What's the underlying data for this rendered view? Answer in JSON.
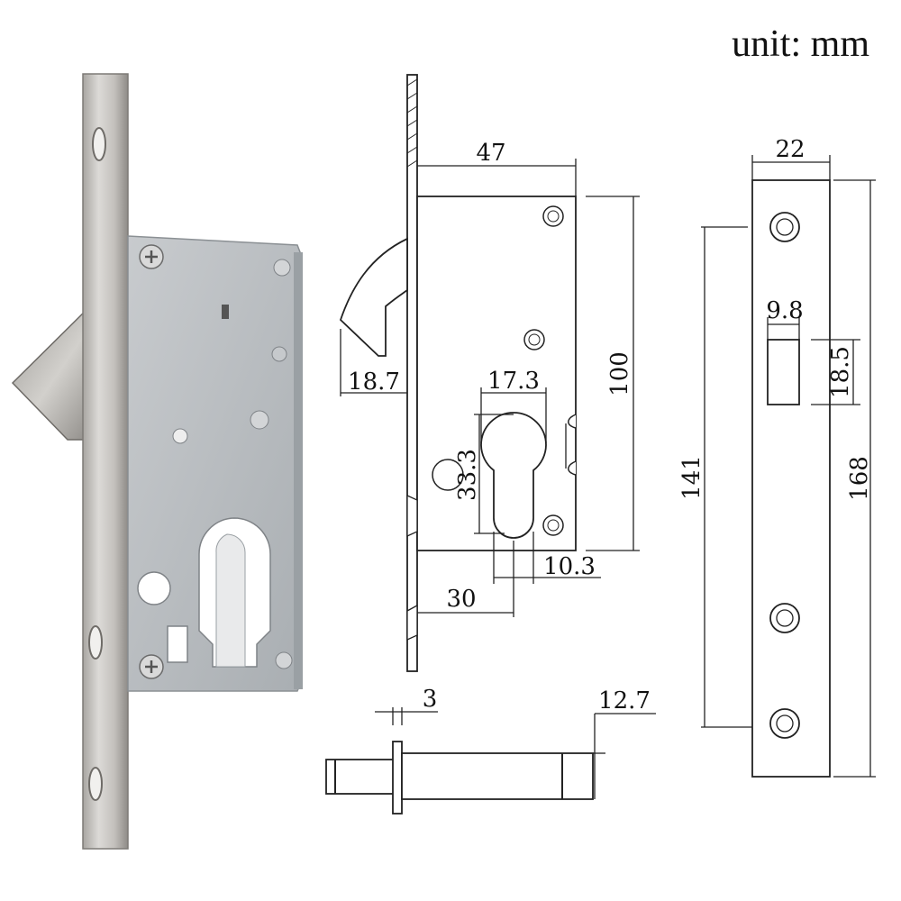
{
  "header": {
    "unit_label": "unit: mm"
  },
  "dimensions": {
    "faceplate_thickness_offset": "47",
    "hook_projection": "18.7",
    "cylinder_width": "17.3",
    "case_height": "100",
    "cylinder_center_distance": "33.3",
    "cylinder_bottom_width": "10.3",
    "backset": "30",
    "spindle_thickness": "3",
    "spindle_diameter": "12.7",
    "strike_width": "22",
    "strike_hole_width": "9.8",
    "strike_hole_height": "18.5",
    "strike_screw_spacing": "141",
    "strike_length": "168"
  },
  "colors": {
    "plate": "#c9c7c4",
    "plate_edge": "#8d8a86",
    "case": "#b9bdc0",
    "case_shadow": "#9ea3a7",
    "line": "#222222"
  }
}
